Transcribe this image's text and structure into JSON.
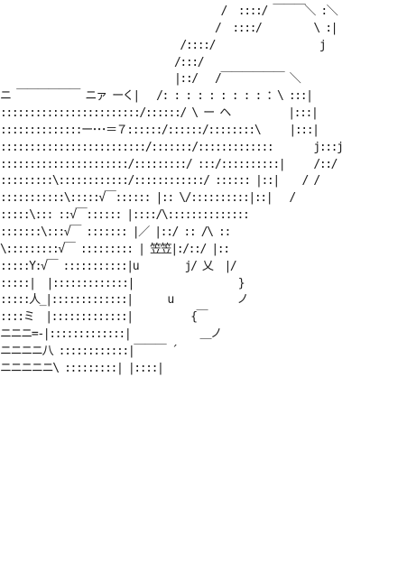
{
  "art": {
    "lines": [
      "                                      /  ::::/ ￣￣￣＼ :＼",
      "                                     /  ::::/         \\ :|",
      "                               /::::/                  j",
      "                              /:::/",
      "                              |::/   /￣￣￣￣￣￣ ＼",
      "ニ ￣￣￣￣￣￣ ニァ ーく|   /: : : : : : : : : ：\\ :::|",
      "::::::::::::::::::::::::/::::::/ \\ ー ヘ          |:::|",
      "::::::::::::::ー･･･＝７::::::/::::::/::::::::\\     |:::|",
      ":::::::::::::::::::::::::/:::::::/:::::::::::::       j:::j",
      "::::::::::::::::::::::/:::::::::/ :::/::::::::::|     /::/",
      ":::::::::\\::::::::::::/::::::::::::/ :::::: |::|    / /",
      ":::::::::::\\:::::√￣:::::: |:: \\/::::::::::|::|   /",
      ":::::\\::: ::√￣:::::: |::::/\\::::::::::::::",
      ":::::::\\:::√￣ ::::::: |／ |::/ :: /\\ ::",
      "\\:::::::::√￣ ::::::::: | 笠笠|:/::/ |::",
      ":::::Y:√￣ :::::::::::|u        j/ 乂  |/",
      ":::::|  |:::::::::::::|                  }",
      ":::::人_|:::::::::::::|      u           ノ",
      "::::ミ  |:::::::::::::|          {￣",
      "ニニニ=-|:::::::::::::|            ＿ノ",
      "ニニニニ八 ::::::::::::|￣￣￣ ´",
      "ニニニニニ\\ :::::::::| |::::|"
    ]
  }
}
